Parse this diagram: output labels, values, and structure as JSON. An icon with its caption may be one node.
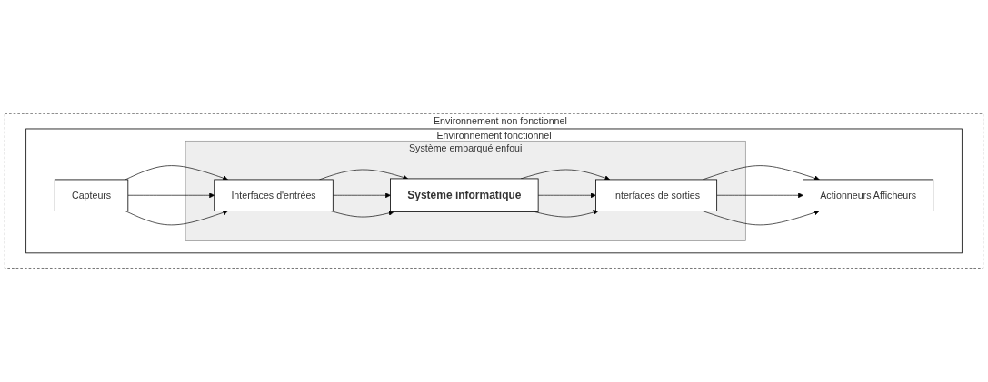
{
  "diagram": {
    "nodes": [
      {
        "text": [
          "Environnement non fonctionnel"
        ]
      },
      {
        "text": [
          "Environnement fonctionnel"
        ],
        "in": 0
      },
      {
        "text": [
          "Système embarqué enfoui"
        ],
        "in": 1
      },
      {
        "text": [
          "Capteurs"
        ],
        "in": 1
      },
      {
        "text": [
          "Interfaces d'entrées"
        ],
        "in": 2
      },
      {
        "text": [
          "Système informatique"
        ],
        "in": 2
      },
      {
        "text": [
          "Interfaces de sorties"
        ],
        "in": 2
      },
      {
        "text": [
          "Actionneurs Afficheurs"
        ],
        "in": 1
      }
    ],
    "edges": [
      {
        "from": 3,
        "to": 4,
        "arrow": "to"
      },
      {
        "from": 3,
        "to": 4,
        "arrow": "to"
      },
      {
        "from": 3,
        "to": 4,
        "arrow": "to"
      },
      {
        "from": 4,
        "to": 5,
        "arrow": "to"
      },
      {
        "from": 4,
        "to": 5,
        "arrow": "to"
      },
      {
        "from": 4,
        "to": 5,
        "arrow": "to"
      },
      {
        "from": 5,
        "to": 6,
        "arrow": "to"
      },
      {
        "from": 5,
        "to": 6,
        "arrow": "to"
      },
      {
        "from": 5,
        "to": 6,
        "arrow": "to"
      },
      {
        "from": 6,
        "to": 7,
        "arrow": "to"
      },
      {
        "from": 6,
        "to": 7,
        "arrow": "to"
      },
      {
        "from": 6,
        "to": 7,
        "arrow": "to"
      }
    ]
  }
}
